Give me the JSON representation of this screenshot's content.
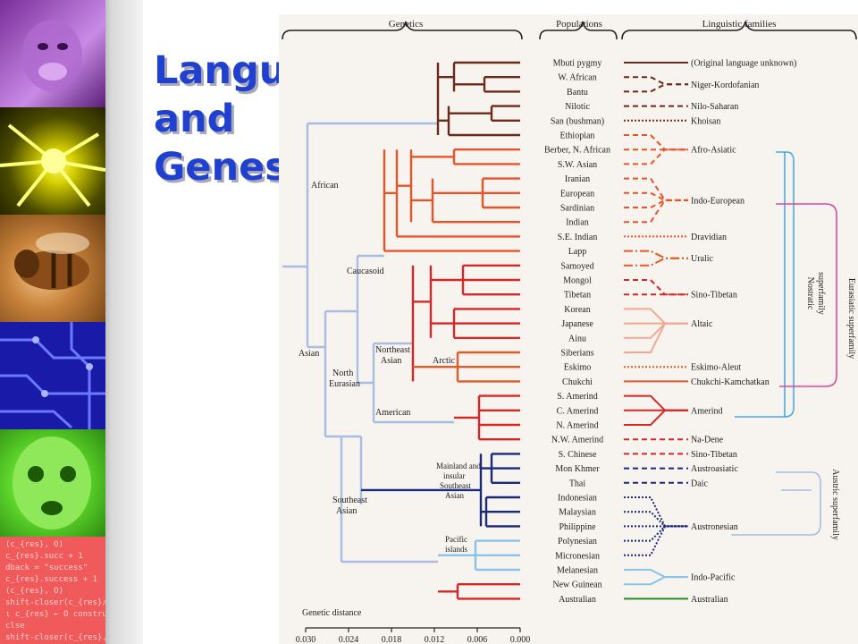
{
  "title": {
    "line1": "Language",
    "line2": "and",
    "line3": "Genes"
  },
  "headers": {
    "genetics": "Genetics",
    "populations": "Populations",
    "linguistic": "Linguistic families"
  },
  "clusters": {
    "african": "African",
    "asian": "Asian",
    "caucasoid": "Caucasoid",
    "north_eurasian": [
      "North",
      "Eurasian"
    ],
    "northeast_asian": [
      "Northeast",
      "Asian"
    ],
    "arctic": "Arctic",
    "american": "American",
    "southeast_asian": [
      "Southeast",
      "Asian"
    ],
    "mainland": [
      "Mainland and",
      "insular",
      "Southeast",
      "Asian"
    ],
    "pacific": [
      "Pacific",
      "islands"
    ]
  },
  "populations": [
    "Mbuti pygmy",
    "W. African",
    "Bantu",
    "Nilotic",
    "San (bushman)",
    "Ethiopian",
    "Berber, N. African",
    "S.W. Asian",
    "Iranian",
    "European",
    "Sardinian",
    "Indian",
    "S.E. Indian",
    "Lapp",
    "Samoyed",
    "Mongol",
    "Tibetan",
    "Korean",
    "Japanese",
    "Ainu",
    "Siberians",
    "Eskimo",
    "Chukchi",
    "S. Amerind",
    "C. Amerind",
    "N. Amerind",
    "N.W. Amerind",
    "S. Chinese",
    "Mon Khmer",
    "Thai",
    "Indonesian",
    "Malaysian",
    "Philippine",
    "Polynesian",
    "Micronesian",
    "Melanesian",
    "New Guinean",
    "Australian"
  ],
  "families": [
    {
      "label": "(Original language unknown)",
      "row": 0
    },
    {
      "label": "Niger-Kordofanian",
      "row": 1.5
    },
    {
      "label": "Nilo-Saharan",
      "row": 3
    },
    {
      "label": "Khoisan",
      "row": 4
    },
    {
      "label": "Afro-Asiatic",
      "row": 6
    },
    {
      "label": "Indo-European",
      "row": 9.5
    },
    {
      "label": "Dravidian",
      "row": 12
    },
    {
      "label": "Uralic",
      "row": 13.5
    },
    {
      "label": "Sino-Tibetan",
      "row": 16
    },
    {
      "label": "Altaic",
      "row": 18
    },
    {
      "label": "Eskimo-Aleut",
      "row": 21
    },
    {
      "label": "Chukchi-Kamchatkan",
      "row": 22
    },
    {
      "label": "Amerind",
      "row": 24
    },
    {
      "label": "Na-Dene",
      "row": 26
    },
    {
      "label": "Sino-Tibetan",
      "row": 27
    },
    {
      "label": "Austroasiatic",
      "row": 28
    },
    {
      "label": "Daic",
      "row": 29
    },
    {
      "label": "Austronesian",
      "row": 32
    },
    {
      "label": "Indo-Pacific",
      "row": 35.5
    },
    {
      "label": "Australian",
      "row": 37
    }
  ],
  "superfamilies": {
    "eurasiatic": "Eurasiatic superfamily",
    "nostratic": [
      "Nostratic",
      "superfamily"
    ],
    "austric": "Austric superfamily"
  },
  "axis": {
    "label": "Genetic distance",
    "ticks": [
      "0.030",
      "0.024",
      "0.018",
      "0.012",
      "0.006",
      "0.000"
    ]
  },
  "colors": {
    "title": "#2040d0",
    "african": "#6b2a1a",
    "caucasoid": "#e8542a",
    "asian": "#d42828",
    "arctic": "#e05a2a",
    "sea": "#1a2a7a",
    "pacific": "#88c4e8",
    "trunk": "#a9bde0",
    "eurasiatic": "#4aa8e8",
    "nostratic": "#d84a9a",
    "austric": "#a9bde0",
    "australian": "#2a8a2a"
  },
  "side_code": [
    "(c_{res}, O)",
    "c_{res}.succ + 1",
    "dback = \"success\"",
    "c_{res}.success + 1",
    "(c_{res}, O)",
    "shift-closer(c_{res}/c",
    "ι c_{res} ← O construct-categ",
    "clse",
    "shift-closer(c_{res}, O)"
  ]
}
